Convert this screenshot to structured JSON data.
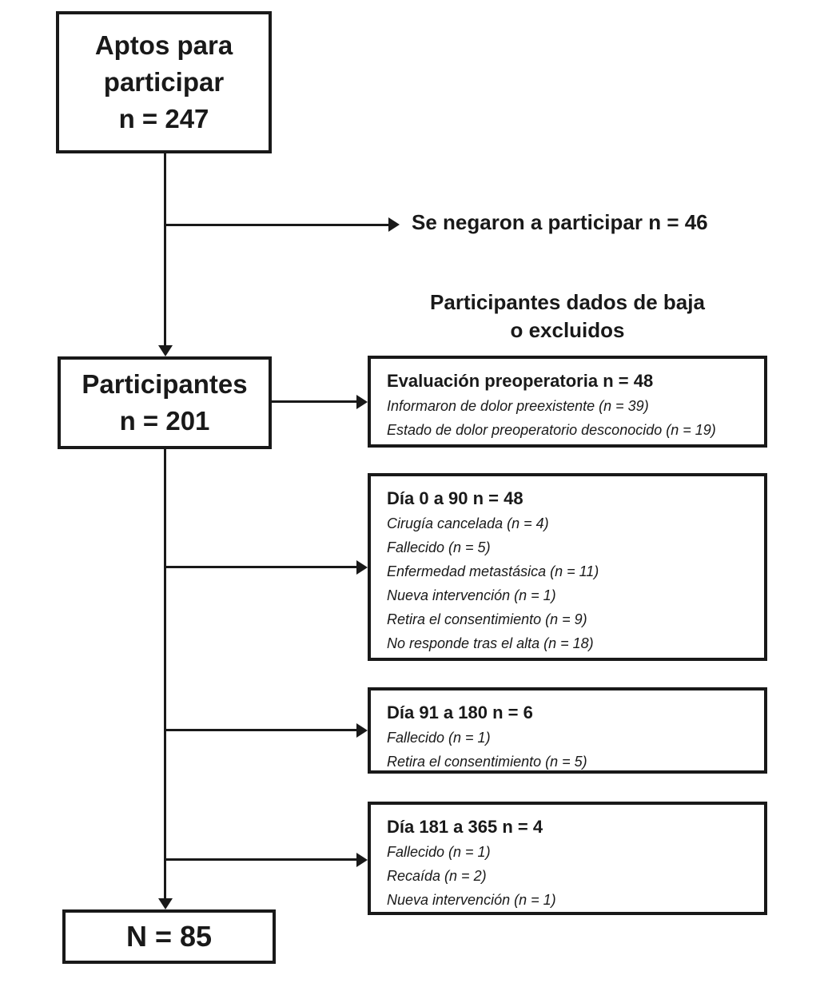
{
  "colors": {
    "ink": "#191919",
    "background": "#ffffff"
  },
  "flow": {
    "eligible_box": {
      "line1": "Aptos para",
      "line2": "participar",
      "line3": "n = 247"
    },
    "refused_label": "Se negaron a participar n = 46",
    "withdrawn_heading": {
      "line1": "Participantes dados de baja",
      "line2": "o excluidos"
    },
    "participants_box": {
      "line1": "Participantes",
      "line2": "n = 201"
    },
    "exclusion_boxes": [
      {
        "title": "Evaluación preoperatoria n = 48",
        "items": [
          "Informaron de dolor preexistente (n = 39)",
          "Estado de dolor preoperatorio desconocido (n = 19)"
        ]
      },
      {
        "title": "Día 0 a 90 n = 48",
        "items": [
          "Cirugía cancelada (n = 4)",
          "Fallecido (n = 5)",
          "Enfermedad metastásica (n = 11)",
          "Nueva intervención (n = 1)",
          "Retira el consentimiento (n = 9)",
          "No responde tras el alta (n = 18)"
        ]
      },
      {
        "title": "Día 91 a 180 n = 6",
        "items": [
          "Fallecido (n = 1)",
          "Retira el consentimiento (n = 5)"
        ]
      },
      {
        "title": "Día 181 a 365 n = 4",
        "items": [
          "Fallecido (n = 1)",
          "Recaída (n = 2)",
          "Nueva intervención (n = 1)"
        ]
      }
    ],
    "final_box": {
      "label": "N = 85"
    }
  }
}
